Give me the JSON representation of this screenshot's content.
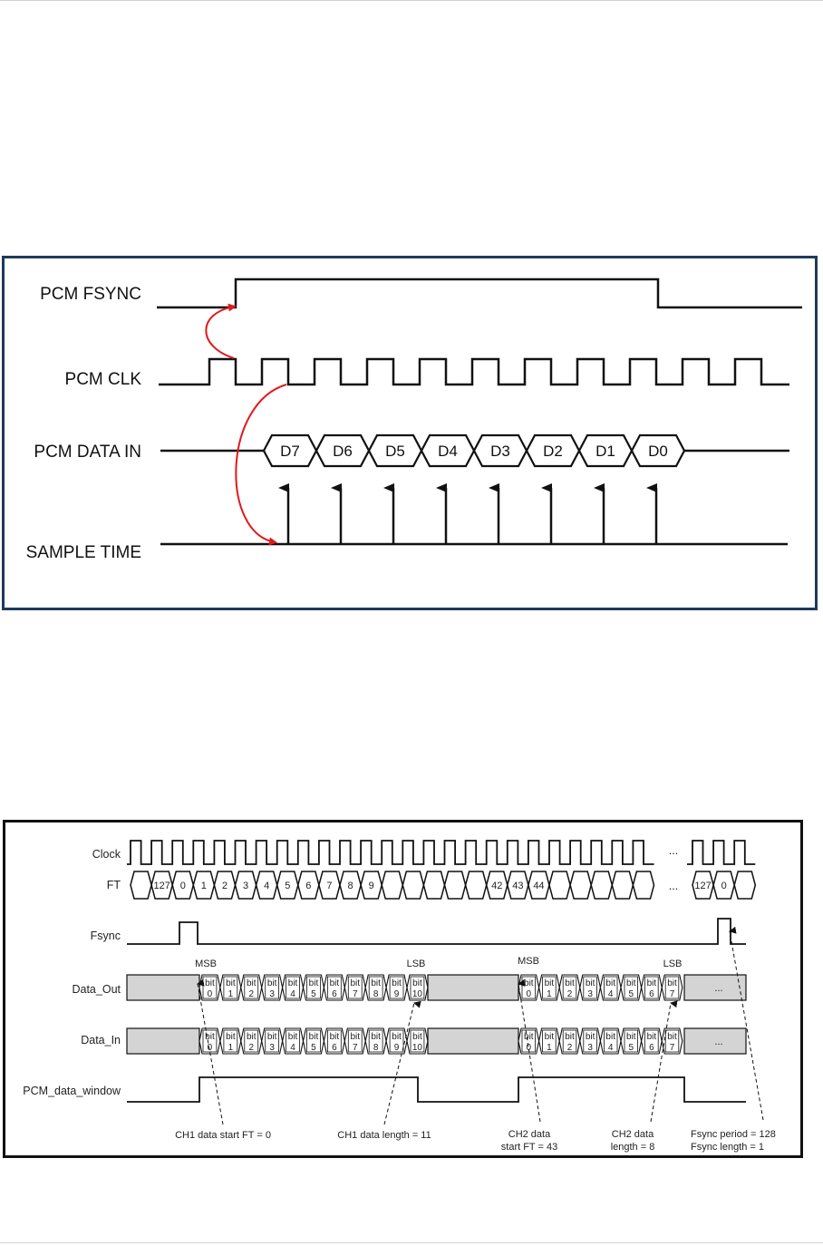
{
  "diagram1": {
    "signals": {
      "fsync": "PCM FSYNC",
      "clk": "PCM CLK",
      "data_in": "PCM DATA IN",
      "sample": "SAMPLE TIME"
    },
    "data_bits": [
      "D7",
      "D6",
      "D5",
      "D4",
      "D3",
      "D2",
      "D1",
      "D0"
    ],
    "sample_arrow_count": 8,
    "arrow_color": "#e0191f"
  },
  "diagram2": {
    "signals": {
      "clock": "Clock",
      "ft": "FT",
      "fsync": "Fsync",
      "data_out": "Data_Out",
      "data_in": "Data_In",
      "window": "PCM_data_window"
    },
    "ft_labels": [
      "127",
      "0",
      "1",
      "2",
      "3",
      "4",
      "5",
      "6",
      "7",
      "8",
      "9",
      "42",
      "43",
      "44",
      "127",
      "0"
    ],
    "ellipsis": "...",
    "bit_word": "bit",
    "ch1_bits": [
      "0",
      "1",
      "2",
      "3",
      "4",
      "5",
      "6",
      "7",
      "8",
      "9",
      "10"
    ],
    "ch2_bits": [
      "0",
      "1",
      "2",
      "3",
      "4",
      "5",
      "6",
      "7"
    ],
    "msb": "MSB",
    "lsb": "LSB",
    "shade_color": "#d4d4d4",
    "annotations": {
      "ch1_start": "CH1 data start FT = 0",
      "ch1_length": "CH1 data length = 11",
      "ch2_start_line1": "CH2 data",
      "ch2_start_line2": "start FT = 43",
      "ch2_length_line1": "CH2 data",
      "ch2_length_line2": "length = 8",
      "fsync_period": "Fsync period = 128",
      "fsync_length": "Fsync length = 1"
    }
  }
}
